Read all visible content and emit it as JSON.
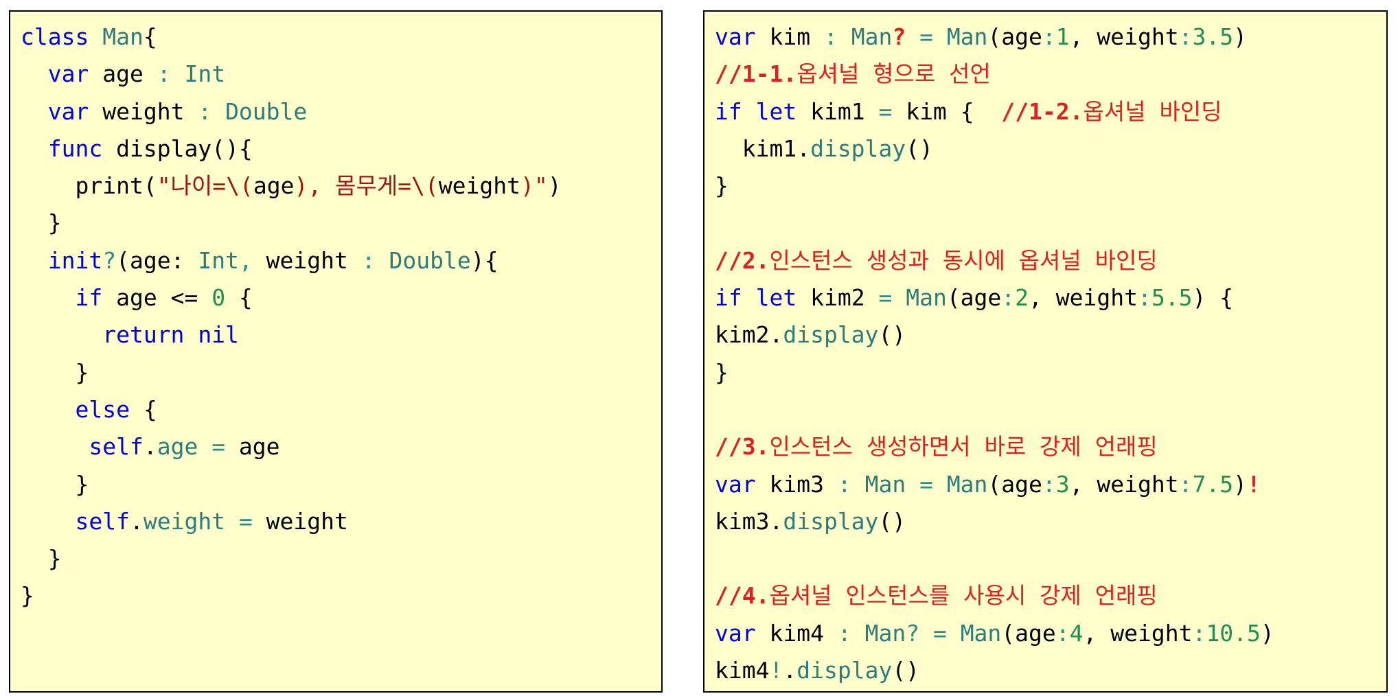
{
  "left_code": [
    [
      [
        "kw",
        "class"
      ],
      [
        "tx",
        " "
      ],
      [
        "ty",
        "Man"
      ],
      [
        "tx",
        "{"
      ]
    ],
    [
      [
        "tx",
        "  "
      ],
      [
        "kw",
        "var"
      ],
      [
        "tx",
        " age "
      ],
      [
        "op",
        ":"
      ],
      [
        "tx",
        " "
      ],
      [
        "ty",
        "Int"
      ]
    ],
    [
      [
        "tx",
        "  "
      ],
      [
        "kw",
        "var"
      ],
      [
        "tx",
        " weight "
      ],
      [
        "op",
        ":"
      ],
      [
        "tx",
        " "
      ],
      [
        "ty",
        "Double"
      ]
    ],
    [
      [
        "tx",
        "  "
      ],
      [
        "kw",
        "func"
      ],
      [
        "tx",
        " display(){"
      ]
    ],
    [
      [
        "tx",
        "    print("
      ],
      [
        "str",
        "\"나이=\\("
      ],
      [
        "tx",
        "age"
      ],
      [
        "str",
        "), 몸무게=\\("
      ],
      [
        "tx",
        "weight"
      ],
      [
        "str",
        ")\""
      ],
      [
        "tx",
        ")"
      ]
    ],
    [
      [
        "tx",
        "  }"
      ]
    ],
    [
      [
        "tx",
        "  "
      ],
      [
        "kw",
        "init"
      ],
      [
        "op",
        "?"
      ],
      [
        "tx",
        "(age: "
      ],
      [
        "ty",
        "Int"
      ],
      [
        "op",
        ","
      ],
      [
        "tx",
        " weight "
      ],
      [
        "op",
        ":"
      ],
      [
        "tx",
        " "
      ],
      [
        "ty",
        "Double"
      ],
      [
        "tx",
        "){"
      ]
    ],
    [
      [
        "tx",
        "    "
      ],
      [
        "kw",
        "if"
      ],
      [
        "tx",
        " age <= "
      ],
      [
        "num",
        "0"
      ],
      [
        "tx",
        " {"
      ]
    ],
    [
      [
        "tx",
        "      "
      ],
      [
        "kw",
        "return"
      ],
      [
        "tx",
        " "
      ],
      [
        "kw",
        "nil"
      ]
    ],
    [
      [
        "tx",
        "    }"
      ]
    ],
    [
      [
        "tx",
        "    "
      ],
      [
        "kw",
        "else"
      ],
      [
        "tx",
        " {"
      ]
    ],
    [
      [
        "tx",
        "     "
      ],
      [
        "kw",
        "self"
      ],
      [
        "tx",
        "."
      ],
      [
        "fn",
        "age"
      ],
      [
        "tx",
        " "
      ],
      [
        "op",
        "="
      ],
      [
        "tx",
        " age"
      ]
    ],
    [
      [
        "tx",
        "    }"
      ]
    ],
    [
      [
        "tx",
        "    "
      ],
      [
        "kw",
        "self"
      ],
      [
        "tx",
        "."
      ],
      [
        "fn",
        "weight"
      ],
      [
        "tx",
        " "
      ],
      [
        "op",
        "="
      ],
      [
        "tx",
        " weight"
      ]
    ],
    [
      [
        "tx",
        "  }"
      ]
    ],
    [
      [
        "tx",
        "}"
      ]
    ]
  ],
  "right_code": [
    [
      [
        "kw",
        "var"
      ],
      [
        "tx",
        " kim "
      ],
      [
        "op",
        ":"
      ],
      [
        "tx",
        " "
      ],
      [
        "ty",
        "Man"
      ],
      [
        "red",
        "?"
      ],
      [
        "tx",
        " "
      ],
      [
        "op",
        "="
      ],
      [
        "tx",
        " "
      ],
      [
        "ty",
        "Man"
      ],
      [
        "tx",
        "(age"
      ],
      [
        "op",
        ":"
      ],
      [
        "num",
        "1"
      ],
      [
        "tx",
        ", weight"
      ],
      [
        "op",
        ":"
      ],
      [
        "num",
        "3.5"
      ],
      [
        "tx",
        ")"
      ]
    ],
    [
      [
        "cmb",
        "//1-1."
      ],
      [
        "cm",
        "옵셔널 형으로 선언"
      ]
    ],
    [
      [
        "kw",
        "if"
      ],
      [
        "tx",
        " "
      ],
      [
        "kw",
        "let"
      ],
      [
        "tx",
        " kim1 "
      ],
      [
        "op",
        "="
      ],
      [
        "tx",
        " kim {  "
      ],
      [
        "cmb",
        "//1-2."
      ],
      [
        "cm",
        "옵셔널 바인딩"
      ]
    ],
    [
      [
        "tx",
        "  kim1."
      ],
      [
        "fn",
        "display"
      ],
      [
        "tx",
        "()"
      ]
    ],
    [
      [
        "tx",
        "}"
      ]
    ],
    [
      [
        "tx",
        ""
      ]
    ],
    [
      [
        "cmb",
        "//2."
      ],
      [
        "cm",
        "인스턴스 생성과 동시에 옵셔널 바인딩"
      ]
    ],
    [
      [
        "kw",
        "if"
      ],
      [
        "tx",
        " "
      ],
      [
        "kw",
        "let"
      ],
      [
        "tx",
        " kim2 "
      ],
      [
        "op",
        "="
      ],
      [
        "tx",
        " "
      ],
      [
        "ty",
        "Man"
      ],
      [
        "tx",
        "(age"
      ],
      [
        "op",
        ":"
      ],
      [
        "num",
        "2"
      ],
      [
        "tx",
        ", weight"
      ],
      [
        "op",
        ":"
      ],
      [
        "num",
        "5.5"
      ],
      [
        "tx",
        ") {"
      ]
    ],
    [
      [
        "tx",
        "kim2."
      ],
      [
        "fn",
        "display"
      ],
      [
        "tx",
        "()"
      ]
    ],
    [
      [
        "tx",
        "}"
      ]
    ],
    [
      [
        "tx",
        ""
      ]
    ],
    [
      [
        "cmb",
        "//3."
      ],
      [
        "cm",
        "인스턴스 생성하면서 바로 강제 언래핑"
      ]
    ],
    [
      [
        "kw",
        "var"
      ],
      [
        "tx",
        " kim3 "
      ],
      [
        "op",
        ":"
      ],
      [
        "tx",
        " "
      ],
      [
        "ty",
        "Man"
      ],
      [
        "tx",
        " "
      ],
      [
        "op",
        "="
      ],
      [
        "tx",
        " "
      ],
      [
        "ty",
        "Man"
      ],
      [
        "tx",
        "(age"
      ],
      [
        "op",
        ":"
      ],
      [
        "num",
        "3"
      ],
      [
        "tx",
        ", weight"
      ],
      [
        "op",
        ":"
      ],
      [
        "num",
        "7.5"
      ],
      [
        "tx",
        ")"
      ],
      [
        "red",
        "!"
      ]
    ],
    [
      [
        "tx",
        "kim3."
      ],
      [
        "fn",
        "display"
      ],
      [
        "tx",
        "()"
      ]
    ],
    [
      [
        "tx",
        ""
      ]
    ],
    [
      [
        "cmb",
        "//4."
      ],
      [
        "cm",
        "옵셔널 인스턴스를 사용시 강제 언래핑"
      ]
    ],
    [
      [
        "kw",
        "var"
      ],
      [
        "tx",
        " kim4 "
      ],
      [
        "op",
        ":"
      ],
      [
        "tx",
        " "
      ],
      [
        "ty",
        "Man"
      ],
      [
        "op",
        "?"
      ],
      [
        "tx",
        " "
      ],
      [
        "op",
        "="
      ],
      [
        "tx",
        " "
      ],
      [
        "ty",
        "Man"
      ],
      [
        "tx",
        "(age"
      ],
      [
        "op",
        ":"
      ],
      [
        "num",
        "4"
      ],
      [
        "tx",
        ", weight"
      ],
      [
        "op",
        ":"
      ],
      [
        "num",
        "10.5"
      ],
      [
        "tx",
        ")"
      ]
    ],
    [
      [
        "tx",
        "kim4"
      ],
      [
        "op",
        "!"
      ],
      [
        "tx",
        "."
      ],
      [
        "fn",
        "display"
      ],
      [
        "tx",
        "()"
      ]
    ]
  ]
}
